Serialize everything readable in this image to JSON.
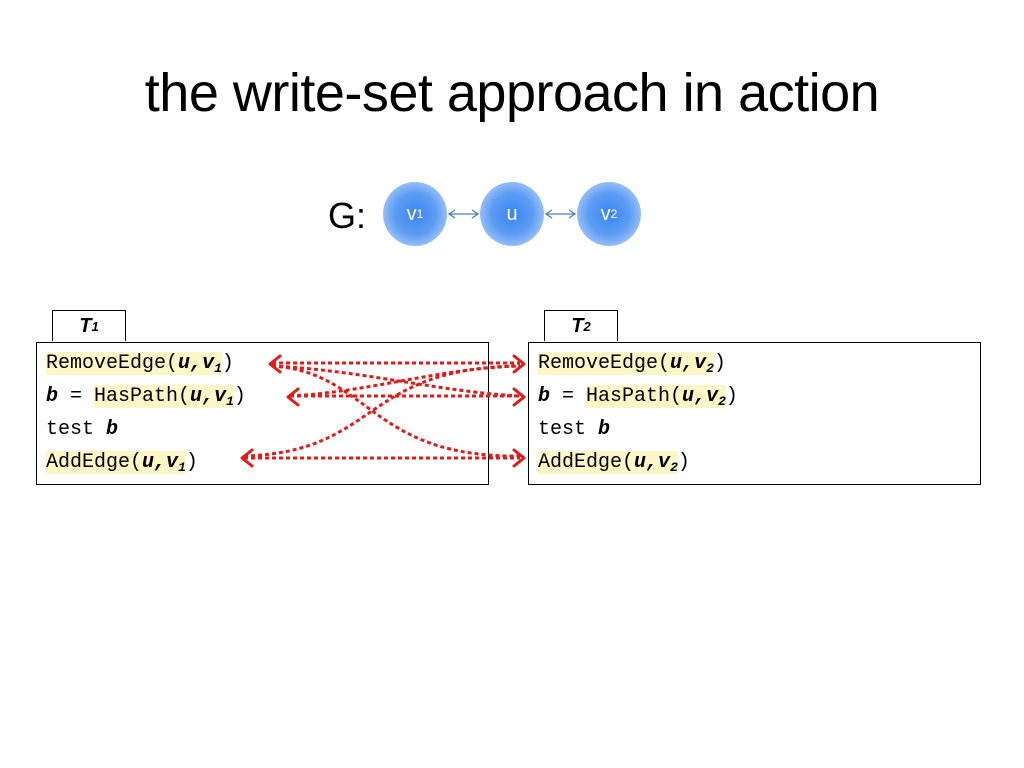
{
  "title": "the write-set approach in action",
  "graph": {
    "label": "G:",
    "nodes": [
      {
        "id": "v1",
        "base": "v",
        "sub": "1"
      },
      {
        "id": "u",
        "base": "u",
        "sub": ""
      },
      {
        "id": "v2",
        "base": "v",
        "sub": "2"
      }
    ],
    "edges": [
      {
        "from": "v1",
        "to": "u",
        "directed": "both"
      },
      {
        "from": "u",
        "to": "v2",
        "directed": "both"
      }
    ]
  },
  "transactions": [
    {
      "name": "T",
      "sub": "1",
      "lines": [
        {
          "fn": "RemoveEdge(",
          "arg_u": "u",
          "comma": ",",
          "arg_v": "v",
          "arg_sub": "1",
          "close": ")"
        },
        {
          "var": "b",
          "eq": " = ",
          "fn": "HasPath(",
          "arg_u": "u",
          "comma": ",",
          "arg_v": "v",
          "arg_sub": "1",
          "close": ")"
        },
        {
          "kw": "test ",
          "var": "b"
        },
        {
          "fn": "AddEdge(",
          "arg_u": "u",
          "comma": ",",
          "arg_v": "v",
          "arg_sub": "1",
          "close": ")"
        }
      ]
    },
    {
      "name": "T",
      "sub": "2",
      "lines": [
        {
          "fn": "RemoveEdge(",
          "arg_u": "u",
          "comma": ",",
          "arg_v": "v",
          "arg_sub": "2",
          "close": ")"
        },
        {
          "var": "b",
          "eq": " = ",
          "fn": "HasPath(",
          "arg_u": "u",
          "comma": ",",
          "arg_v": "v",
          "arg_sub": "2",
          "close": ")"
        },
        {
          "kw": "test ",
          "var": "b"
        },
        {
          "fn": "AddEdge(",
          "arg_u": "u",
          "comma": ",",
          "arg_v": "v",
          "arg_sub": "2",
          "close": ")"
        }
      ]
    }
  ],
  "conflicts": [
    {
      "from": "T1.RemoveEdge",
      "to": "T2.RemoveEdge"
    },
    {
      "from": "T1.RemoveEdge",
      "to": "T2.HasPath"
    },
    {
      "from": "T1.RemoveEdge",
      "to": "T2.AddEdge"
    },
    {
      "from": "T1.HasPath",
      "to": "T2.RemoveEdge"
    },
    {
      "from": "T1.HasPath",
      "to": "T2.HasPath"
    },
    {
      "from": "T1.AddEdge",
      "to": "T2.RemoveEdge"
    },
    {
      "from": "T1.AddEdge",
      "to": "T2.AddEdge"
    }
  ],
  "colors": {
    "highlight": "#fdf7c8",
    "conflict_arrow": "#e31a1a",
    "node": "#5b9bf4",
    "edge": "#4a7fc0"
  }
}
